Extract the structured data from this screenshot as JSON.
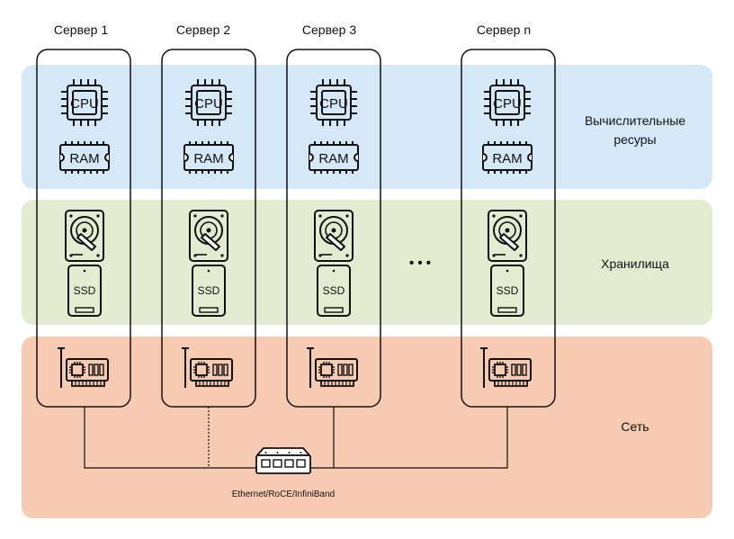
{
  "servers": [
    "Сервер 1",
    "Сервер 2",
    "Сервер 3",
    "Сервер n"
  ],
  "bands": {
    "compute": {
      "line1": "Вычислительные",
      "line2": "ресуры"
    },
    "storage": {
      "label": "Хранилища"
    },
    "network": {
      "label": "Сеть"
    }
  },
  "chip_labels": {
    "cpu": "CPU",
    "ram": "RAM",
    "ssd": "SSD"
  },
  "ellipsis": "• • •",
  "switch_label": "Ethernet/RoCE/InfiniBand",
  "colors": {
    "compute_band": "#d4e8f7",
    "storage_band": "#e3ecd0",
    "network_band": "#f7cbb2",
    "stroke": "#111111"
  }
}
